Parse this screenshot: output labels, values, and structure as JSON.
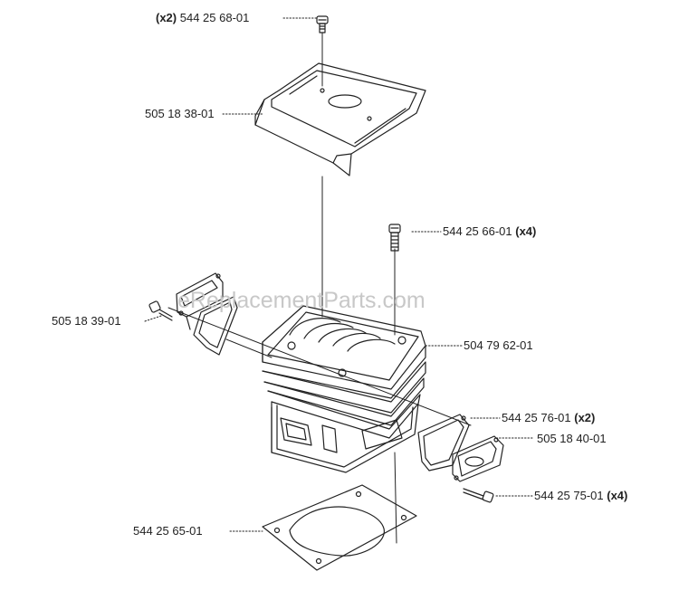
{
  "watermark": "eReplacementParts.com",
  "colors": {
    "line": "#222222",
    "label": "#222222",
    "watermark": "#c8c8c8"
  },
  "labels": [
    {
      "id": "p1",
      "prefix": "(x2)",
      "part": "544 25 68-01",
      "suffix": ""
    },
    {
      "id": "p2",
      "prefix": "",
      "part": "505 18 38-01",
      "suffix": ""
    },
    {
      "id": "p3",
      "prefix": "",
      "part": "544 25 66-01",
      "suffix": "(x4)"
    },
    {
      "id": "p4",
      "prefix": "",
      "part": "505 18 39-01",
      "suffix": ""
    },
    {
      "id": "p5",
      "prefix": "",
      "part": "504 79 62-01",
      "suffix": ""
    },
    {
      "id": "p6",
      "prefix": "",
      "part": "544 25 76-01",
      "suffix": "(x2)"
    },
    {
      "id": "p7",
      "prefix": "",
      "part": "505 18 40-01",
      "suffix": ""
    },
    {
      "id": "p8",
      "prefix": "",
      "part": "544 25 75-01",
      "suffix": "(x4)"
    },
    {
      "id": "p9",
      "prefix": "",
      "part": "544 25 65-01",
      "suffix": ""
    }
  ]
}
